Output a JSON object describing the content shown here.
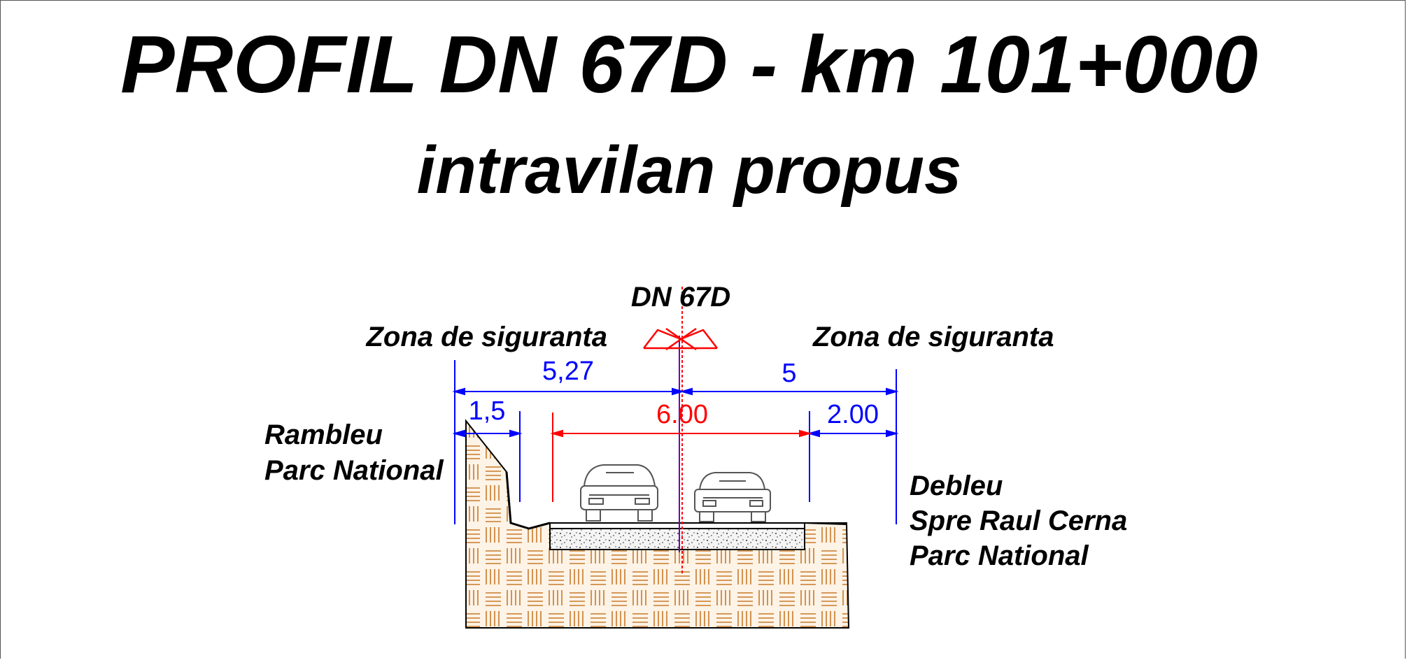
{
  "title": "PROFIL DN 67D - km 101+000",
  "subtitle": "intravilan propus",
  "road_label": "DN 67D",
  "zone_left": "Zona de siguranta",
  "zone_right": "Zona de siguranta",
  "dims": {
    "left_total": "5,27",
    "right_total": "5",
    "left_ditch": "1,5",
    "carriageway": "6.00",
    "right_shoulder": "2.00"
  },
  "left_side": {
    "line1": "Rambleu",
    "line2": "Parc National"
  },
  "right_side": {
    "line1": "Debleu",
    "line2": "Spre Raul Cerna",
    "line3": "Parc National"
  },
  "colors": {
    "dimension": "#0000ff",
    "axis": "#ff0000",
    "soil": "#c8792a",
    "text": "#000000"
  }
}
